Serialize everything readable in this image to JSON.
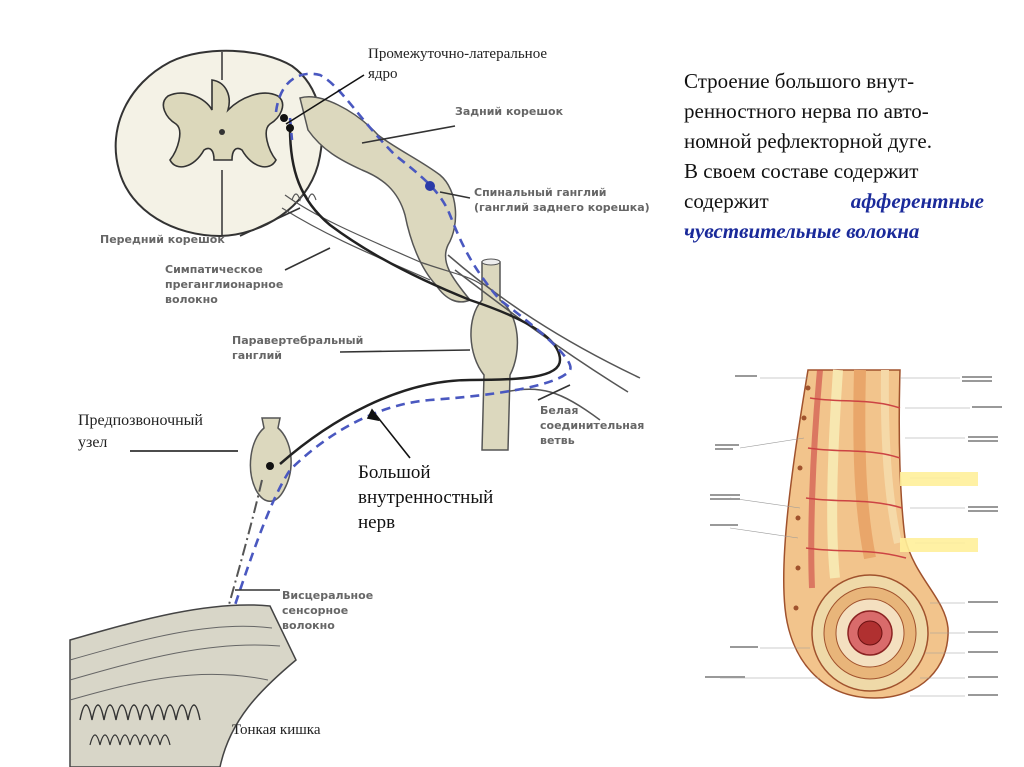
{
  "description": {
    "line1": "Строение  большого внут-",
    "line2": "ренностного нерва по авто-",
    "line3": "номной рефлекторной дуге.",
    "line4": "В своем  составе содержит",
    "line5_plain": "содержит",
    "line5_em": "афферентные",
    "line6_em": "чувствительные  волокна"
  },
  "labels": {
    "intermediolateral_1": "Промежуточно-латеральное",
    "intermediolateral_2": "ядро",
    "prevertebral_1": "Предпозвоночный",
    "prevertebral_2": "узел",
    "splanchnic_1": "Большой",
    "splanchnic_2": "внутренностный",
    "splanchnic_3": "нерв",
    "small_intestine": "Тонкая кишка"
  },
  "figure_labels": {
    "dorsal_root": "Задний корешок",
    "spinal_ganglion_1": "Спинальный ганглий",
    "spinal_ganglion_2": "(ганглий заднего корешка)",
    "ventral_root": "Передний корешок",
    "sympathetic_1": "Симпатическое",
    "sympathetic_2": "преганглионарное",
    "sympathetic_3": "волокно",
    "paravertebral_1": "Паравертебральный",
    "paravertebral_2": "ганглий",
    "white_ramus_1": "Белая",
    "white_ramus_2": "соединительная",
    "white_ramus_3": "ветвь",
    "visceral_1": "Висцеральное",
    "visceral_2": "сенсорное",
    "visceral_3": "волокно"
  },
  "colors": {
    "cord_fill": "#e6e3cf",
    "ganglion_fill": "#dcd8be",
    "dashed_fiber": "#4a58c0",
    "solid_fiber": "#222222",
    "em_text": "#1a2a9a"
  },
  "icons": [
    "spinal-cord-cross-section",
    "intestine-wall-drawing",
    "intestine-tube-drawing"
  ]
}
